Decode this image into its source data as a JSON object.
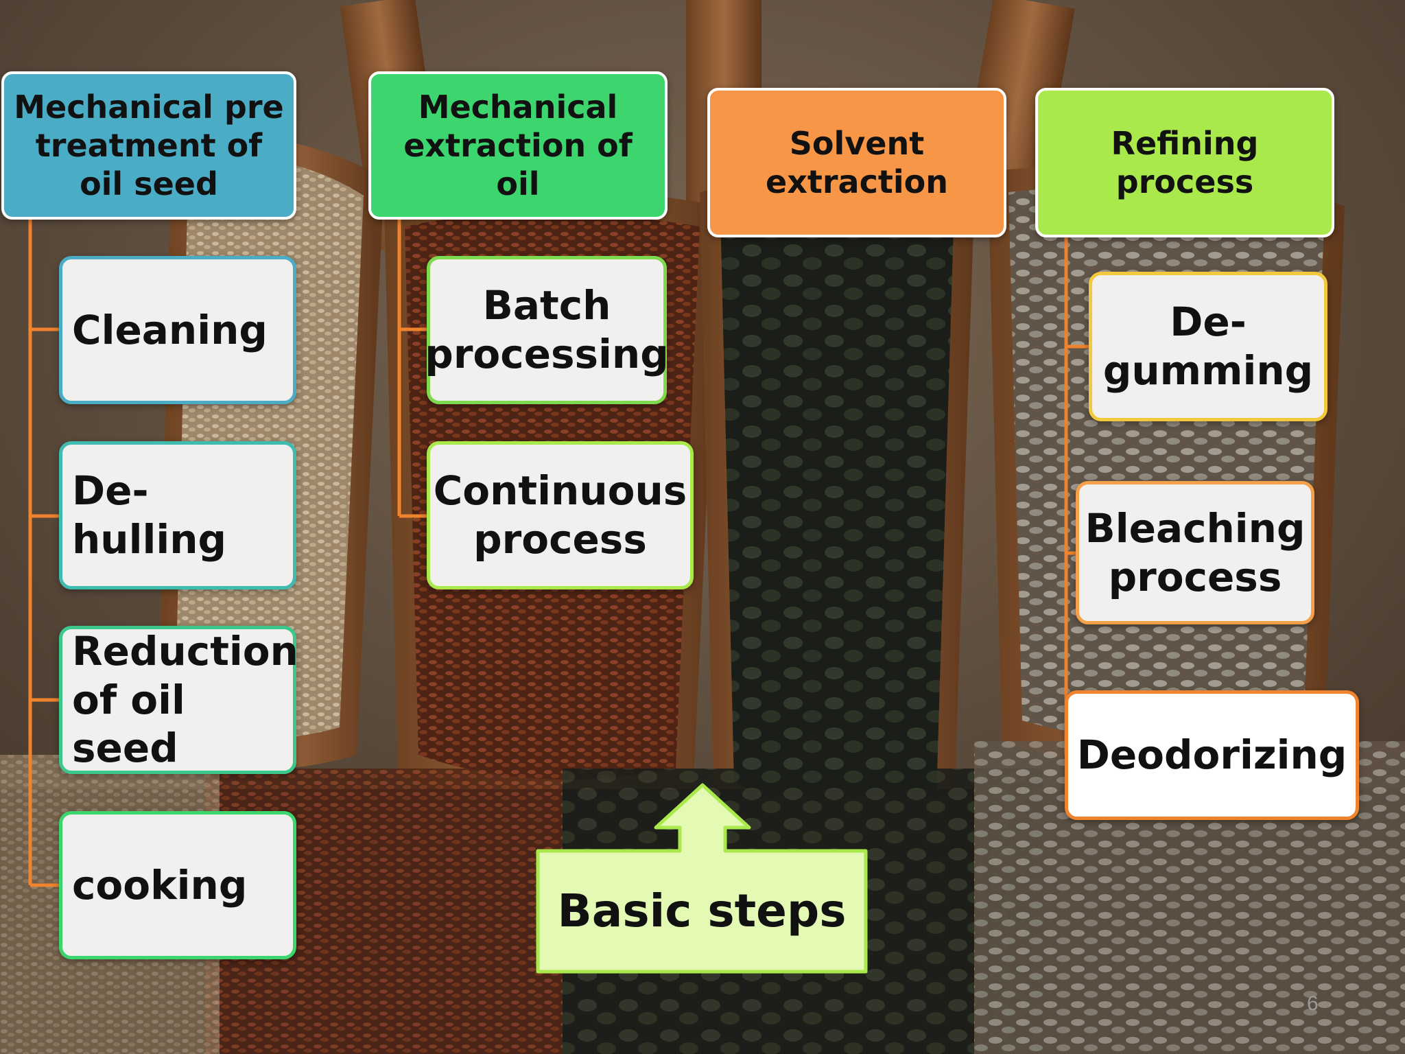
{
  "page_number": "6",
  "colors": {
    "col1": "#4BACC6",
    "col2": "#3CD56E",
    "col3": "#F79646",
    "col4": "#A9E94B",
    "connector": "#F0832E",
    "basic_steps_fill": "#E4F9B4"
  },
  "columns": [
    {
      "header": "Mechanical pre treatment  of oil seed",
      "items": [
        "Cleaning",
        "De-hulling",
        "Reduction of oil seed",
        "cooking"
      ]
    },
    {
      "header": "Mechanical extraction of oil",
      "items": [
        "Batch processing",
        "Continuous process"
      ]
    },
    {
      "header": "Solvent extraction",
      "items": []
    },
    {
      "header": "Refining process",
      "items": [
        "De-gumming",
        "Bleaching process",
        "Deodorizing"
      ]
    }
  ],
  "callout": {
    "label": "Basic steps"
  }
}
